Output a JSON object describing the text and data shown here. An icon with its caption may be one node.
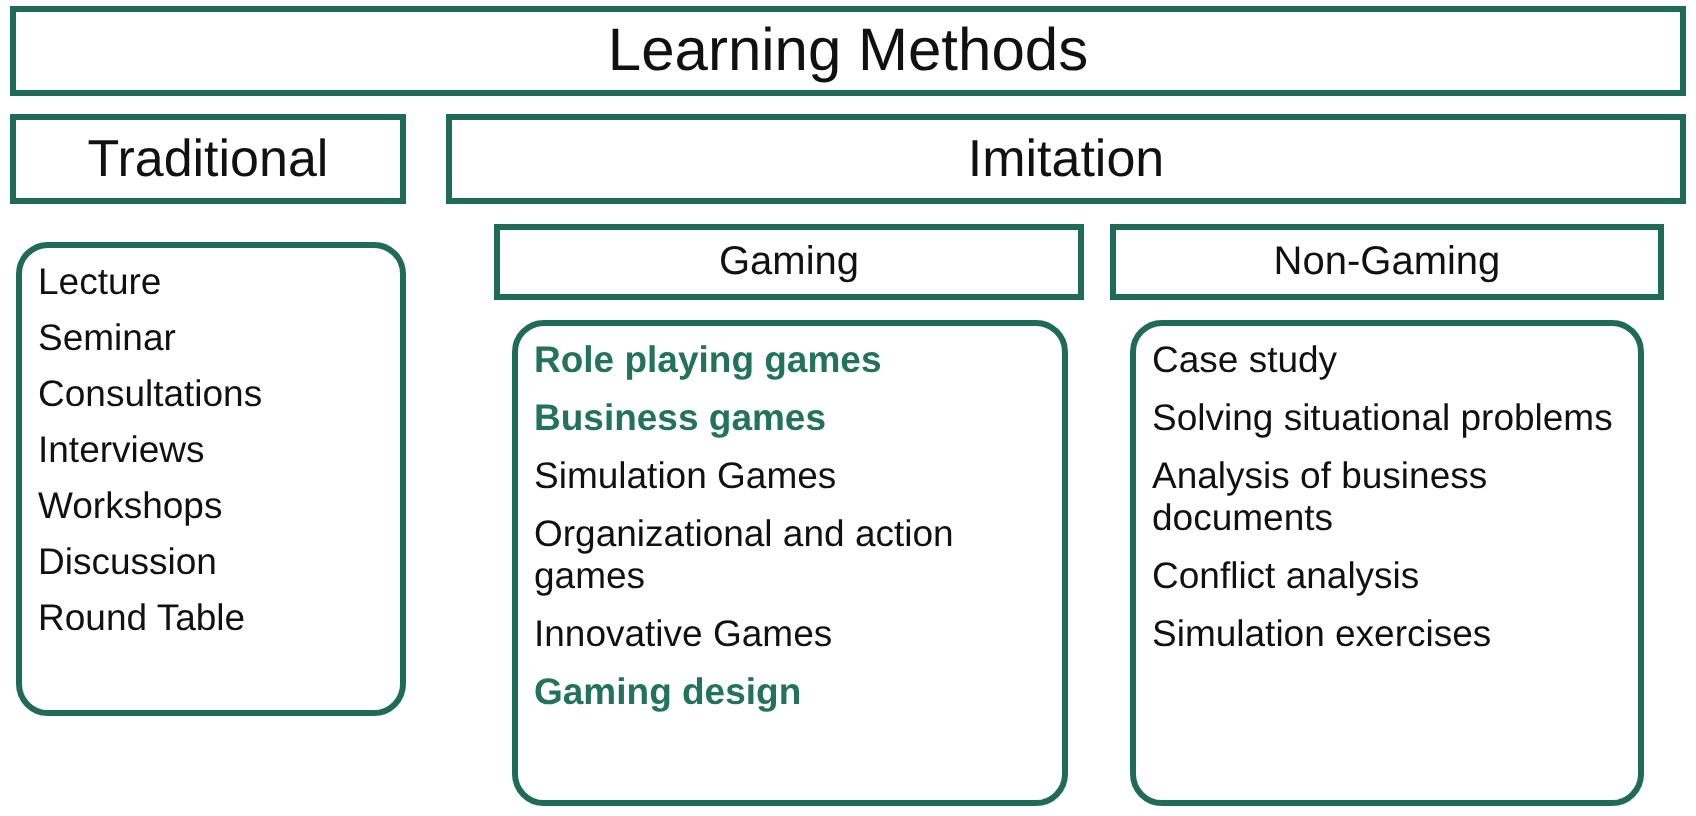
{
  "diagram": {
    "nodes": [
      {
        "text": [
          "Learning Methods"
        ]
      },
      {
        "text": [
          "Traditional"
        ]
      },
      {
        "text": [
          "Imitation"
        ]
      },
      {
        "text": [
          "Gaming"
        ]
      },
      {
        "text": [
          "Non-Gaming"
        ]
      },
      {
        "text": [
          "Lecture",
          "Seminar",
          "Consultations",
          "Interviews",
          "Workshops",
          "Discussion",
          "Round Table"
        ]
      },
      {
        "text": [
          "**Role playing games**",
          "**Business games**",
          "Simulation Games",
          "Organizational and action games",
          "Innovative Games",
          "**Gaming design**"
        ]
      },
      {
        "text": [
          "Case study",
          "Solving situational problems",
          "Analysis of business documents",
          "Conflict analysis",
          "Simulation exercises"
        ]
      }
    ]
  }
}
